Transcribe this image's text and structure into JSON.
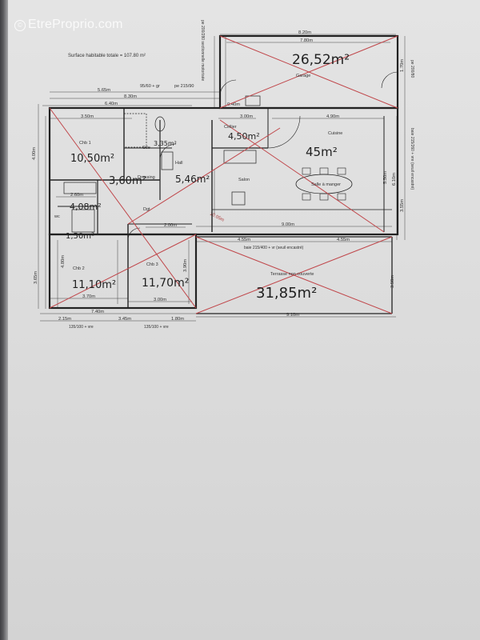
{
  "watermark": "EtreProprio.com",
  "header": {
    "surface_total": "Surface habitable totale = 107.80 m²"
  },
  "openings": {
    "top": "95/60 + gr",
    "top2": "pe 215/90",
    "terrace": "baie 215/400 + vr (seuil encastré)",
    "bottom1": "135/100 + vre",
    "bottom2": "135/100 + vre",
    "right1": "pe 200/80",
    "right2": "baie 215/260 + vre (seuil encastré)",
    "left_garage": "pe 200/280 sectionnelle motorisée"
  },
  "rooms": [
    {
      "id": "chb1",
      "label": "Chb 1",
      "area": "10,50m²"
    },
    {
      "id": "sde",
      "label": "Sde",
      "area": "3,35m²"
    },
    {
      "id": "dressing",
      "label": "Dressing",
      "area": "3,60m²"
    },
    {
      "id": "hall",
      "label": "Hall",
      "area": "5,46m²"
    },
    {
      "id": "cellier",
      "label": "Cellier",
      "area": "4,50m²"
    },
    {
      "id": "cuisine",
      "label": "Cuisine",
      "area": "45m²"
    },
    {
      "id": "salon",
      "label": "Salon",
      "area": ""
    },
    {
      "id": "salle",
      "label": "Salle à manger",
      "area": ""
    },
    {
      "id": "wc",
      "label": "wc",
      "area": "4,08m²"
    },
    {
      "id": "dgt",
      "label": "Dgt",
      "area": "1,50m²"
    },
    {
      "id": "chb2",
      "label": "Chb 2",
      "area": "11,10m²"
    },
    {
      "id": "chb3",
      "label": "Chb 3",
      "area": "11,70m²"
    },
    {
      "id": "garage",
      "label": "Garage",
      "area": "26,52m²"
    },
    {
      "id": "terrasse",
      "label": "Terrasse non couverte",
      "area": "31,85m²"
    }
  ],
  "dims": {
    "garage_w": "8.20m",
    "garage_inner": "7.80m",
    "d565": "5.65m",
    "d830": "8.30m",
    "d640": "6.40m",
    "d040": "0.40m",
    "d350": "3.50m",
    "d300": "3.00m",
    "d490": "4.90m",
    "d260": "2.60m",
    "d200": "2.00m",
    "d900": "9.00m",
    "d455a": "4.55m",
    "d455b": "4.55m",
    "d370": "3.70m",
    "d300b": "3.00m",
    "d740": "7.40m",
    "d215": "2.15m",
    "d345": "3.45m",
    "d180": "1.80m",
    "d910": "9.10m",
    "diag": "10.05m",
    "v400": "4.00m",
    "v480": "4.80m",
    "v365": "3.65m",
    "v390": "3.90m",
    "v350": "3.50m",
    "v550": "5.50m",
    "v610": "6.10m",
    "v355": "3.55m",
    "v170": "1.70m"
  }
}
